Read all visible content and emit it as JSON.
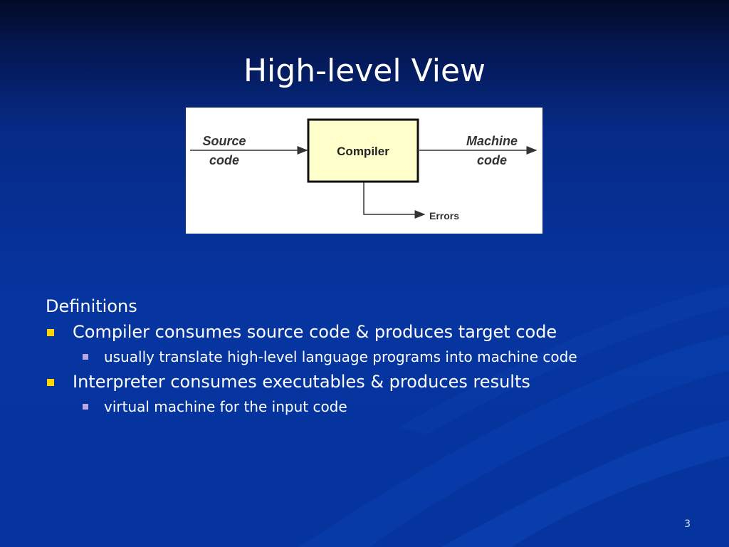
{
  "slide": {
    "title": "High-level View",
    "page_number": "3"
  },
  "diagram": {
    "left_label_line1": "Source",
    "left_label_line2": "code",
    "box_label": "Compiler",
    "right_label_line1": "Machine",
    "right_label_line2": "code",
    "error_label": "Errors",
    "box_fill": "#ffffcc"
  },
  "content": {
    "heading": "Definitions",
    "items": [
      {
        "text": "Compiler consumes source code & produces target code",
        "sub": "usually translate high-level language programs into machine code"
      },
      {
        "text": "Interpreter consumes executables & produces results",
        "sub": "virtual machine for the input code"
      }
    ]
  },
  "colors": {
    "bullet_level1": "#ffd700",
    "bullet_level2": "#b9a8e8",
    "background": "#06349e"
  }
}
